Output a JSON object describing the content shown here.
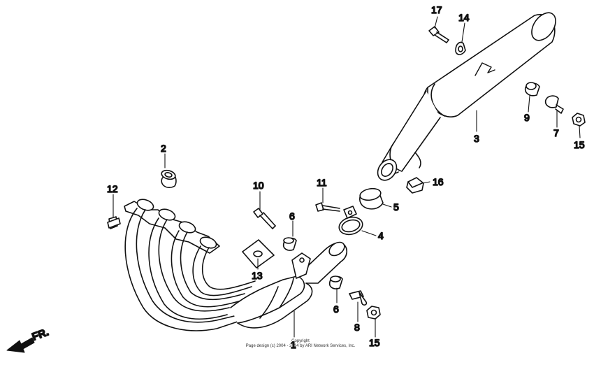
{
  "callouts": {
    "c1": "1",
    "c2": "2",
    "c3": "3",
    "c4": "4",
    "c5": "5",
    "c6a": "6",
    "c6b": "6",
    "c7": "7",
    "c8": "8",
    "c9": "9",
    "c10": "10",
    "c11": "11",
    "c12": "12",
    "c13": "13",
    "c14": "14",
    "c15a": "15",
    "c15b": "15",
    "c16": "16",
    "c17": "17"
  },
  "direction_label": "FR.",
  "copyright": {
    "line1": "Copyright",
    "line2": "Page design (c) 2004 - 2014 by ARI Network Services, Inc."
  }
}
